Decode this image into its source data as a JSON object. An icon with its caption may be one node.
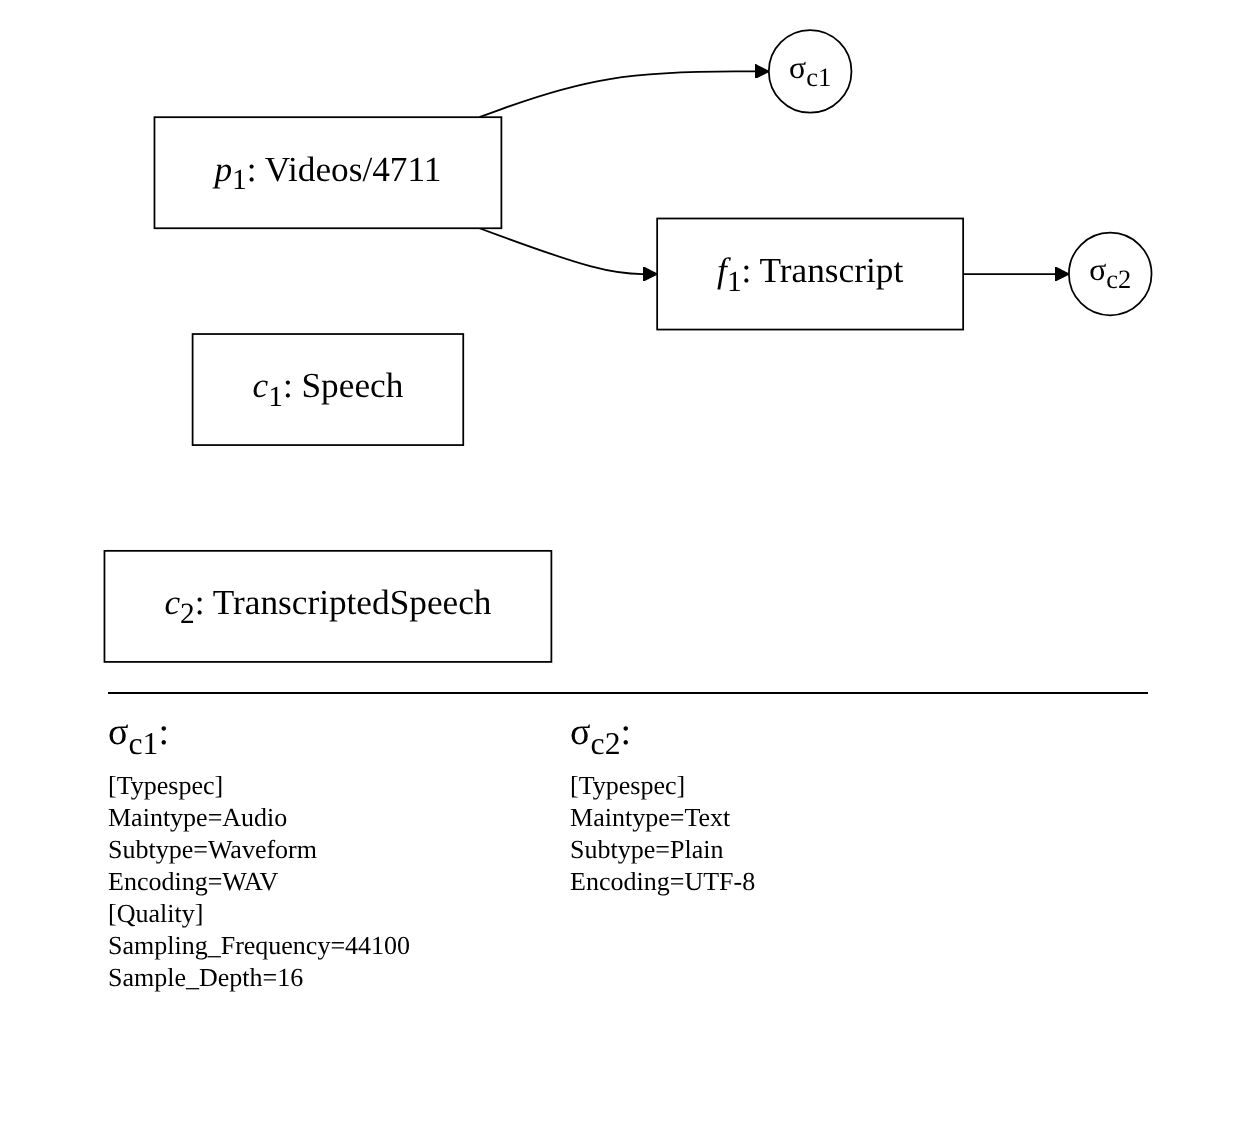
{
  "diagram": {
    "nodes": [
      {
        "text": [
          "*p*$_{1}$: Videos/4711"
        ]
      },
      {
        "text": [
          "σ$_{c1}$"
        ]
      },
      {
        "text": [
          "*c*$_{1}$: Speech"
        ]
      },
      {
        "text": [
          "*f*$_{1}$: Transcript"
        ]
      },
      {
        "text": [
          "σ$_{c2}$"
        ]
      },
      {
        "text": [
          "*c*$_{2}$: TranscriptedSpeech"
        ]
      }
    ],
    "edges": [
      {
        "from": 0,
        "to": 1,
        "arrow": "to"
      },
      {
        "from": 0,
        "to": 3,
        "arrow": "to"
      },
      {
        "from": 3,
        "to": 4,
        "arrow": "to"
      }
    ],
    "labels": [
      "σ$_{c1}$:",
      "[Typespec]",
      "Maintype=Audio",
      "Subtype=Waveform",
      "Encoding=WAV",
      "[Quality]",
      "Sampling_Frequency=44100",
      "Sample_Depth=16",
      "σ$_{c2}$:",
      "[Typespec]",
      "Maintype=Text",
      "Subtype=Plain",
      "Encoding=UTF-8"
    ]
  }
}
